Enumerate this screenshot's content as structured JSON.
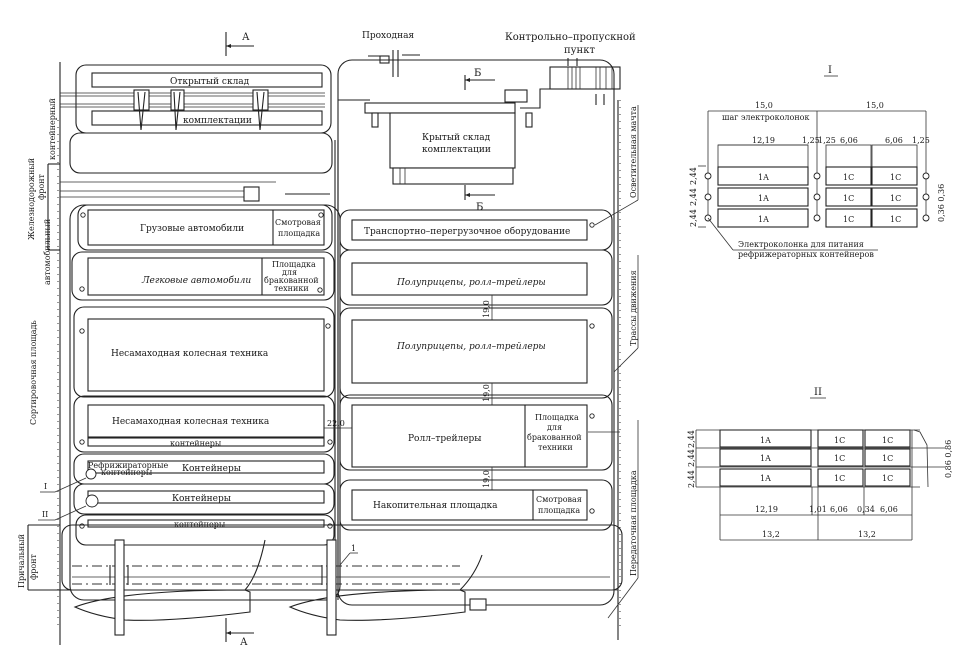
{
  "plan": {
    "section_marks": {
      "A": "А",
      "B": "Б"
    },
    "gate_label": "Проходная",
    "checkpoint_label_1": "Контрольно–пропускной",
    "checkpoint_label_2": "пункт",
    "open_warehouse_1": "Открытый склад",
    "open_warehouse_2": "комплектации",
    "covered_warehouse_1": "Крытый склад",
    "covered_warehouse_2": "комплектации",
    "left_labels": {
      "container": "контейнерный",
      "railway": "Железнодорожный",
      "rail_front": "фронт",
      "auto": "автомобильный",
      "sorting": "Сортировочная площадь",
      "berth": "Причальный",
      "berth_front": "фронт"
    },
    "right_labels": {
      "lighting": "Осветительная мачта",
      "traffic": "Трассы движения",
      "transfer": "Передаточная площадка"
    },
    "zones_left": {
      "trucks": "Грузовые автомобили",
      "inspection": "Смотровая площадка",
      "inspection_1": "Смотровая",
      "inspection_2": "площадка",
      "cars": "Легковые автомобили",
      "defect_1": "Площадка",
      "defect_2": "для",
      "defect_3": "бракованной",
      "defect_4": "техники",
      "nonself_1": "Несамаходная колесная техника",
      "nonself_2": "Несамаходная колесная техника",
      "containers_small_1": "контейнеры",
      "reefer_1": "Рефрижираторные",
      "reefer_2": "контейнеры",
      "containers_1": "Контейнеры",
      "containers_2": "Контейнеры",
      "containers_small_2": "контейнеры",
      "callout_I": "I",
      "callout_II": "II"
    },
    "zones_right": {
      "handling": "Транспортно–перегрузочное оборудование",
      "semitrailers_1": "Полуприцепы, ролл–трейлеры",
      "semitrailers_2": "Полуприцепы, ролл–трейлеры",
      "roll_trailers": "Ролл–трейлеры",
      "defect_1": "Площадка",
      "defect_2": "для",
      "defect_3": "бракованной",
      "defect_4": "техники",
      "storage": "Накопительная площадка",
      "inspection_1": "Смотровая",
      "inspection_2": "площадка"
    },
    "dimensions": {
      "gap_1": "19,0",
      "gap_2": "19,0",
      "gap_3": "19,0",
      "road": "22,0"
    },
    "callout_1": "1"
  },
  "detail_I": {
    "title": "I",
    "top_dim_1": "15,0",
    "top_dim_2": "15,0",
    "step_label": "шаг электроколонок",
    "dims": [
      "12,19",
      "1,25",
      "1,25",
      "6,06",
      "6,06",
      "1,25"
    ],
    "row_dims": [
      "2,44",
      "2,44",
      "2,44"
    ],
    "side_dims": "0,36 0,36",
    "cells": [
      [
        "1A",
        "1C",
        "1C"
      ],
      [
        "1A",
        "1C",
        "1C"
      ],
      [
        "1A",
        "1C",
        "1C"
      ]
    ],
    "note_1": "Электроколонка для питания",
    "note_2": "рефрижераторных контейнеров"
  },
  "detail_II": {
    "title": "II",
    "dims": [
      "12,19",
      "1,01",
      "6,06",
      "0,34",
      "6,06"
    ],
    "bottom_dims": [
      "13,2",
      "13,2"
    ],
    "row_dims": [
      "2,44",
      "2,44",
      "2,44"
    ],
    "side_dims": "0,86 0,86",
    "cells": [
      [
        "1A",
        "1C",
        "1C"
      ],
      [
        "1A",
        "1C",
        "1C"
      ],
      [
        "1A",
        "1C",
        "1C"
      ]
    ]
  }
}
